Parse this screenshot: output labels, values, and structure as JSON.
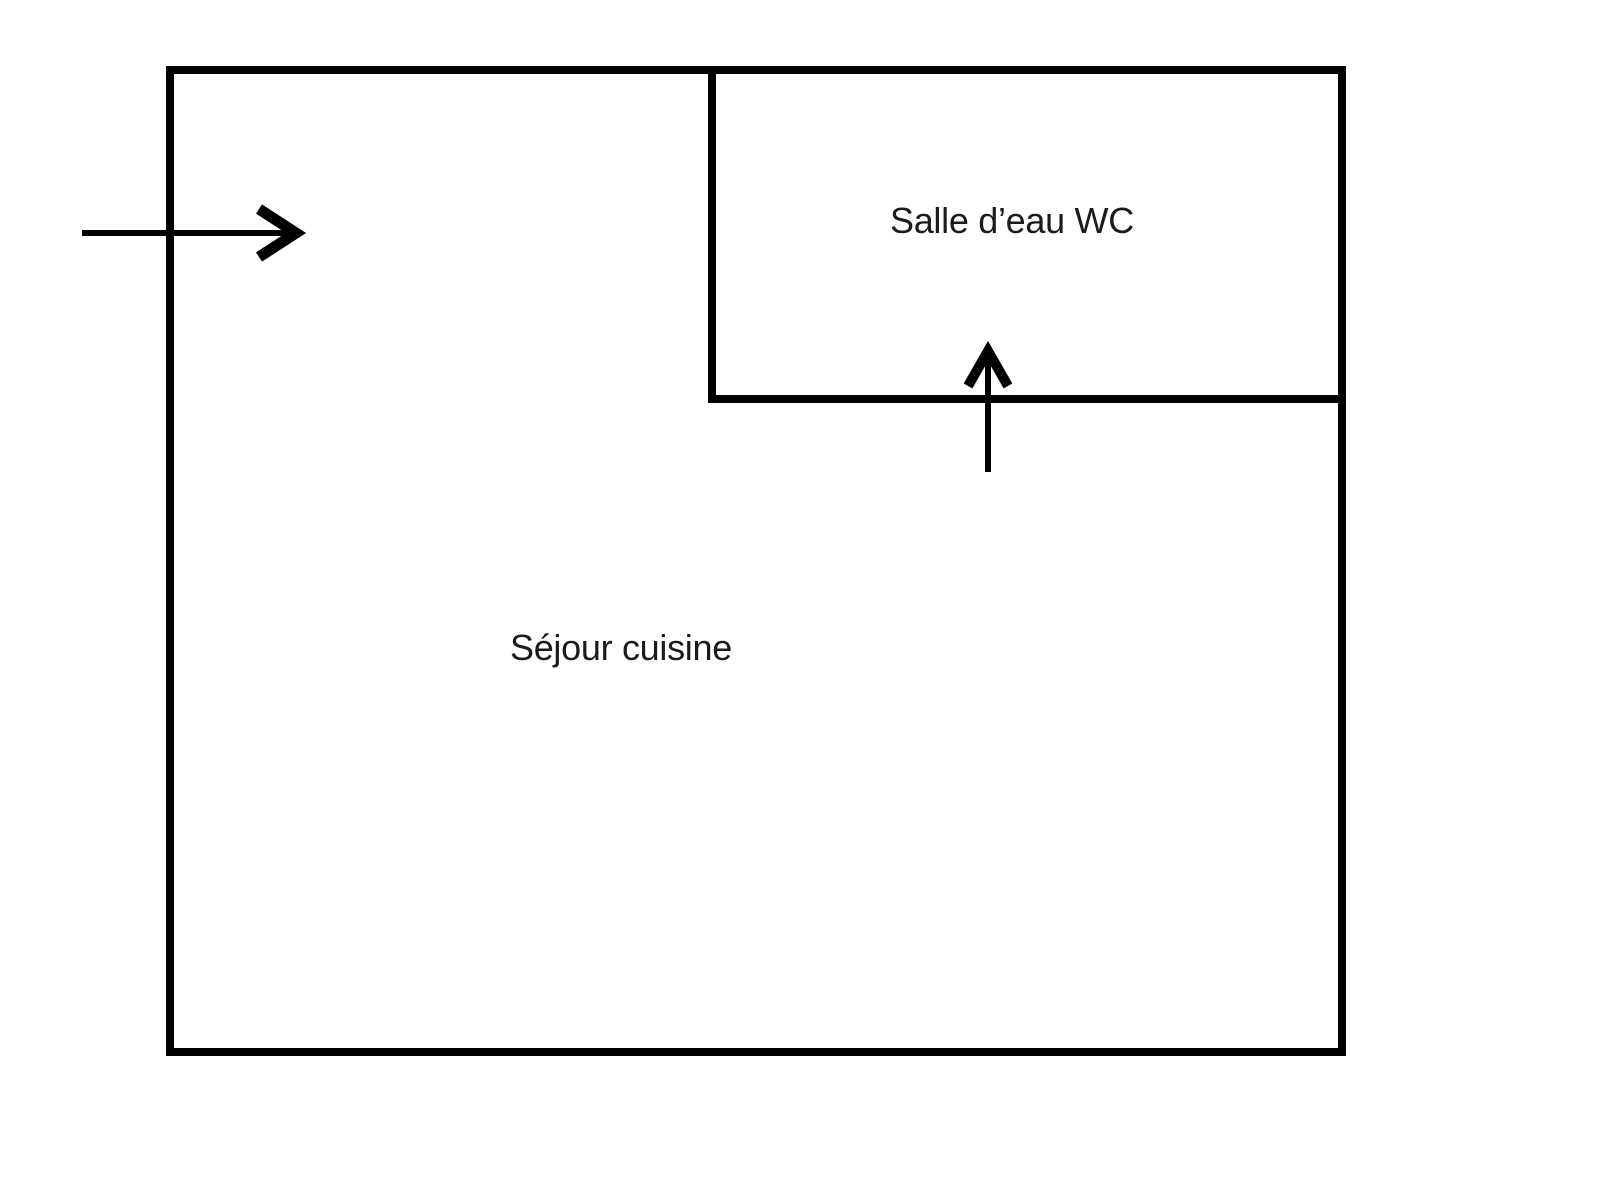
{
  "floor_plan": {
    "title": "apartment-floor-plan",
    "colors": {
      "wall": "#000000",
      "text": "#1b1b1b",
      "background": "#ffffff"
    },
    "rooms": [
      {
        "id": "salle-deau-wc",
        "label": "Salle d’eau WC"
      },
      {
        "id": "sejour-cuisine",
        "label": "Séjour cuisine"
      }
    ],
    "annotations": [
      {
        "id": "main-entrance-arrow",
        "type": "arrow",
        "direction": "right",
        "meaning": "entrance into Séjour cuisine through left wall"
      },
      {
        "id": "wc-entrance-arrow",
        "type": "arrow",
        "direction": "up",
        "meaning": "entrance into Salle d’eau WC through its lower wall"
      }
    ]
  }
}
